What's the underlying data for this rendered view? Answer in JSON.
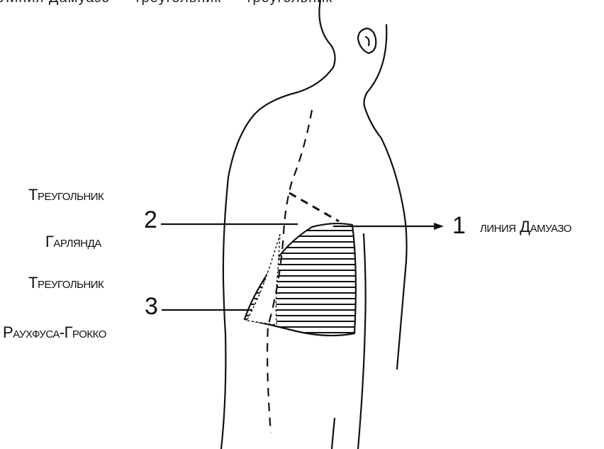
{
  "header": {
    "cropped_text": "Линия Дамуазо — треугольник — треугольник"
  },
  "labels": {
    "garland_line1": "Треугольник",
    "garland_line2": "Гарлянда",
    "garland_number": "2",
    "damoiseau_number": "1",
    "damoiseau_label": "линия Дамуазо",
    "rauchfuss_line1": "Треугольник",
    "rauchfuss_line2": "Раухфуса-Грокко",
    "rauchfuss_number": "3"
  },
  "colors": {
    "ink": "#111111",
    "background": "#ffffff"
  }
}
